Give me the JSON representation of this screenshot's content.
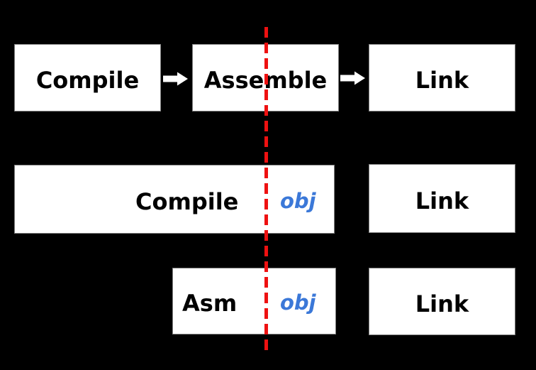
{
  "diagram": {
    "description_colors": {
      "background": "#000000",
      "box_fill": "#ffffff",
      "box_border": "#7f7f7f",
      "label_text": "#000000",
      "obj_text": "#3b78d8",
      "divider_red": "#ee1111",
      "arrow_fill": "#ffffff"
    },
    "top_row": {
      "compile": {
        "label": "Compile"
      },
      "assemble": {
        "label": "Assemble"
      },
      "link": {
        "label": "Link"
      }
    },
    "middle_row": {
      "compile": {
        "label": "Compile",
        "obj": "obj"
      },
      "link": {
        "label": "Link"
      }
    },
    "bottom_row": {
      "asm": {
        "label": "Asm",
        "obj": "obj"
      },
      "link": {
        "label": "Link"
      }
    }
  }
}
